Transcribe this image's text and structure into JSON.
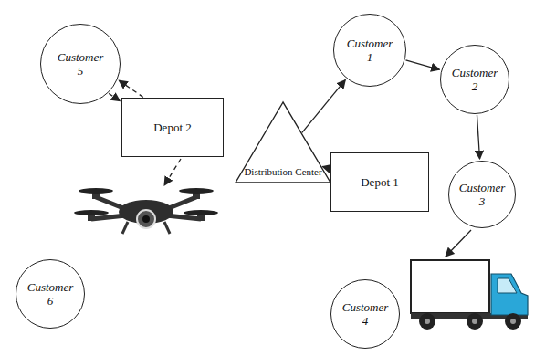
{
  "diagram": {
    "nodes": [
      {
        "text": [
          "Customer 5"
        ]
      },
      {
        "text": [
          "Customer 1"
        ]
      },
      {
        "text": [
          "Customer 2"
        ]
      },
      {
        "text": [
          "Depot 2"
        ]
      },
      {
        "text": [
          "Distribution Center"
        ]
      },
      {
        "text": [
          "Depot 1"
        ]
      },
      {
        "text": [
          "Customer 3"
        ]
      },
      {
        "text": [
          "Customer 6"
        ]
      },
      {
        "text": [
          "Customer 4"
        ]
      }
    ],
    "edges": [
      {
        "from": 4,
        "to": 1,
        "arrow": "to"
      },
      {
        "from": 1,
        "to": 2,
        "arrow": "to"
      },
      {
        "from": 2,
        "to": 6,
        "arrow": "to"
      },
      {
        "from": 5,
        "to": 4,
        "arrow": "to"
      },
      {
        "from": 3,
        "to": 0,
        "arrow": "to"
      },
      {
        "from": 0,
        "to": 3,
        "arrow": "to"
      }
    ]
  }
}
